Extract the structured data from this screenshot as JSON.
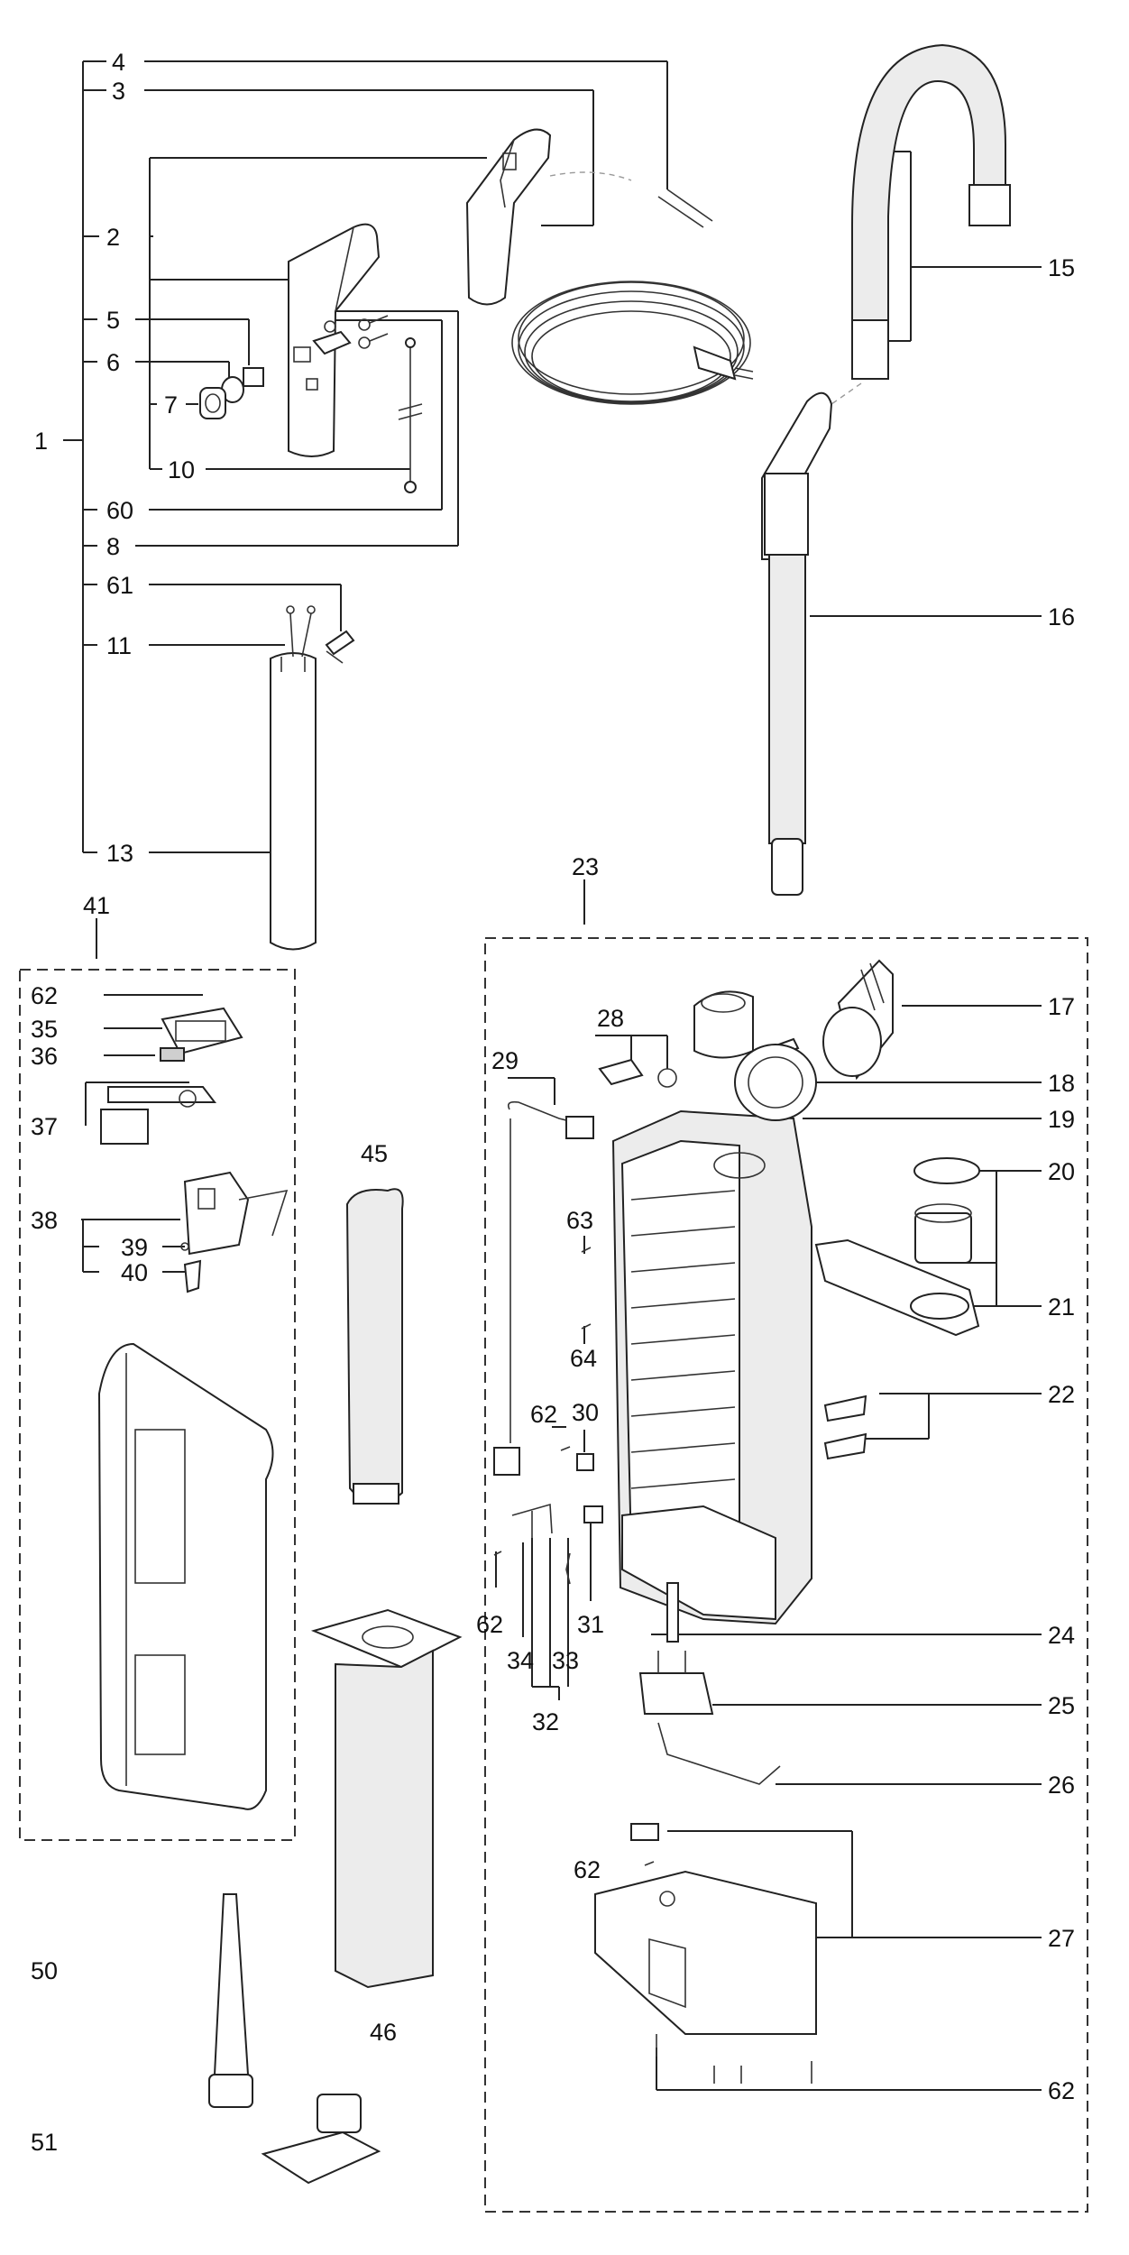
{
  "labels": {
    "l1": "1",
    "l2": "2",
    "l3": "3",
    "l4": "4",
    "l5": "5",
    "l6": "6",
    "l7": "7",
    "l8": "8",
    "l10": "10",
    "l11": "11",
    "l13": "13",
    "l15": "15",
    "l16": "16",
    "l17": "17",
    "l18": "18",
    "l19": "19",
    "l20": "20",
    "l21": "21",
    "l22": "22",
    "l23": "23",
    "l24": "24",
    "l25": "25",
    "l26": "26",
    "l27": "27",
    "l28": "28",
    "l29": "29",
    "l30": "30",
    "l31": "31",
    "l32": "32",
    "l33": "33",
    "l34": "34",
    "l35": "35",
    "l36": "36",
    "l37": "37",
    "l38": "38",
    "l39": "39",
    "l40": "40",
    "l41": "41",
    "l45": "45",
    "l46": "46",
    "l50": "50",
    "l51": "51",
    "l60": "60",
    "l61": "61",
    "l62a": "62",
    "l62b": "62",
    "l62c": "62",
    "l62d": "62",
    "l62e": "62",
    "l63": "63",
    "l64": "64"
  }
}
